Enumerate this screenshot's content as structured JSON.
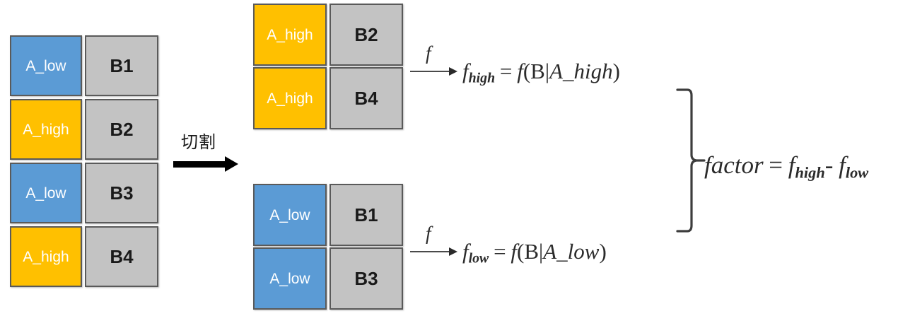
{
  "diagram": {
    "title": "Conditional factor split diagram",
    "colors": {
      "low": "#5B9BD5",
      "high": "#FFC000",
      "b_cell": "#C3C3C3",
      "border": "#5A5A5A",
      "text_dark": "#2B2B2B"
    },
    "source_table": {
      "name": "original-table",
      "rows": [
        {
          "a_label": "A_low",
          "a_class": "low",
          "b_label": "B1"
        },
        {
          "a_label": "A_high",
          "a_class": "high",
          "b_label": "B2"
        },
        {
          "a_label": "A_low",
          "a_class": "low",
          "b_label": "B3"
        },
        {
          "a_label": "A_high",
          "a_class": "high",
          "b_label": "B4"
        }
      ]
    },
    "split": {
      "label": "切割",
      "arrow_icon": "right-arrow-thick-icon"
    },
    "high_group": {
      "name": "high-subset-table",
      "rows": [
        {
          "a_label": "A_high",
          "a_class": "high",
          "b_label": "B2"
        },
        {
          "a_label": "A_high",
          "a_class": "high",
          "b_label": "B4"
        }
      ],
      "map_label": "f",
      "equation": {
        "lhs_base": "f",
        "lhs_sub": "high",
        "eq": "=",
        "fn": "f",
        "open": "(",
        "cond_left": "B",
        "bar": "|",
        "cond_right": "A_high",
        "close": ")"
      }
    },
    "low_group": {
      "name": "low-subset-table",
      "rows": [
        {
          "a_label": "A_low",
          "a_class": "low",
          "b_label": "B1"
        },
        {
          "a_label": "A_low",
          "a_class": "low",
          "b_label": "B3"
        }
      ],
      "map_label": "f",
      "equation": {
        "lhs_base": "f",
        "lhs_sub": "low",
        "eq": "=",
        "fn": "f",
        "open": "(",
        "cond_left": "B",
        "bar": "|",
        "cond_right": "A_low",
        "close": ")"
      }
    },
    "result": {
      "brace_icon": "right-curly-brace-icon",
      "equation": {
        "lhs": "factor",
        "eq": "=",
        "term1_base": "f",
        "term1_sub": "high",
        "minus": "-",
        "term2_base": "f",
        "term2_sub": "low"
      }
    }
  }
}
